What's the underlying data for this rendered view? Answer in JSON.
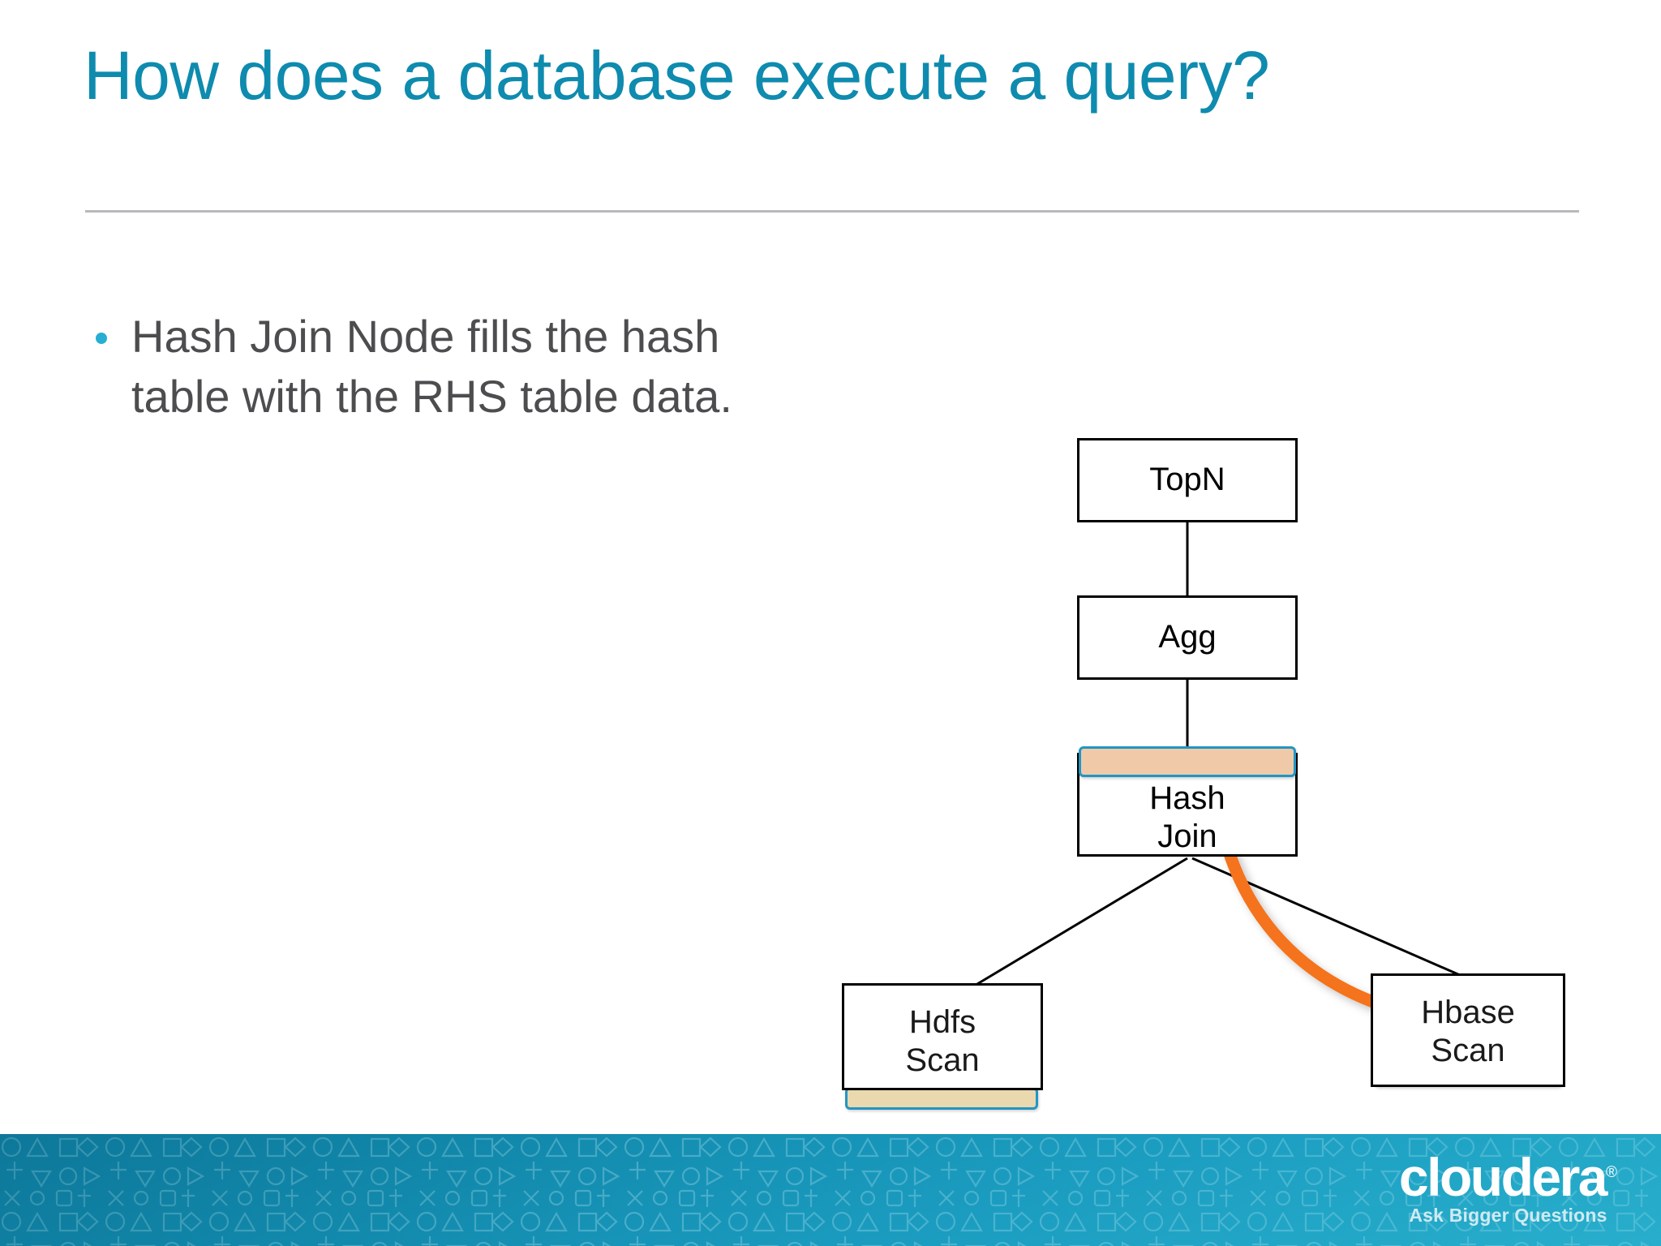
{
  "slide": {
    "title": "How does a database execute a query?",
    "title_color": "#0E8BAE",
    "body_color": "#4D4D4F",
    "bullet_color": "#27AED3",
    "bullets": [
      "Hash Join Node fills the hash table with the RHS table data."
    ]
  },
  "diagram": {
    "type": "query-plan-tree",
    "accent_bar_border": "#2196C4",
    "accent_bar_peach": "#EFC9A8",
    "accent_bar_cream": "#EAD8AF",
    "highlight_arrow_color": "#F4731C",
    "nodes": [
      {
        "id": "topn",
        "label": "TopN"
      },
      {
        "id": "agg",
        "label": "Agg"
      },
      {
        "id": "hashjoin",
        "label_line1": "Hash",
        "label_line2": "Join"
      },
      {
        "id": "hdfs",
        "label_line1": "Hdfs",
        "label_line2": "Scan"
      },
      {
        "id": "hbase",
        "label_line1": "Hbase",
        "label_line2": "Scan"
      }
    ],
    "edges": [
      {
        "from": "topn",
        "to": "agg"
      },
      {
        "from": "agg",
        "to": "hashjoin"
      },
      {
        "from": "hashjoin",
        "to": "hdfs"
      },
      {
        "from": "hashjoin",
        "to": "hbase"
      },
      {
        "from": "hbase",
        "to": "hashjoin",
        "style": "curved-orange-arrow"
      }
    ]
  },
  "footer": {
    "brand": "cloudera",
    "brand_mark": "®",
    "tagline": "Ask Bigger Questions",
    "band_color_left": "#0D7B9E",
    "band_color_right": "#2BAFCD"
  }
}
